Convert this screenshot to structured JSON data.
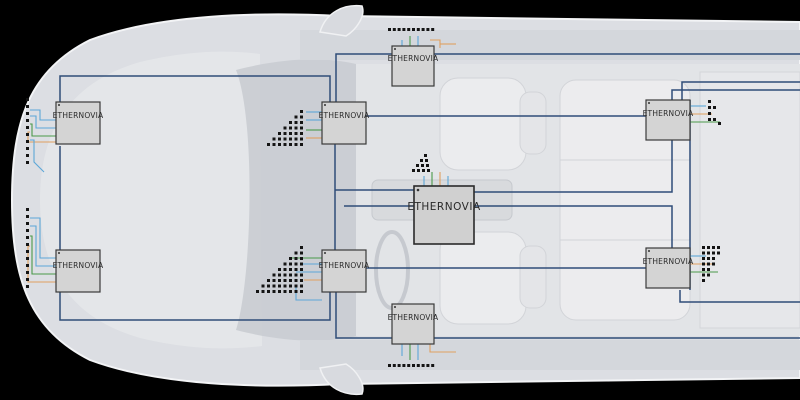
{
  "brand": "ETHERNOVIA",
  "colors": {
    "background": "#000000",
    "car_body": "#dcdee3",
    "car_outline": "#f3f4f6",
    "cabin_glass": "#c9ccd2",
    "seat": "#e9eaec",
    "network_line": "#2f4d78",
    "chip_fill": "#d4d4d4",
    "chip_edge": "#3a3a3a",
    "central_fill": "#d0d0d0",
    "connector_dot": "#141414",
    "wire_blue": "#5da7d8",
    "wire_green": "#4a9a4a",
    "wire_orange": "#e0a060"
  },
  "modules": [
    {
      "id": "front-left-zone",
      "label": "ETHERNOVIA"
    },
    {
      "id": "front-right-zone",
      "label": "ETHERNOVIA"
    },
    {
      "id": "mid-top-zone",
      "label": "ETHERNOVIA"
    },
    {
      "id": "mid-bottom-zone",
      "label": "ETHERNOVIA"
    },
    {
      "id": "top-mirror-zone",
      "label": "ETHERNOVIA"
    },
    {
      "id": "bottom-mirror-zone",
      "label": "ETHERNOVIA"
    },
    {
      "id": "central-switch",
      "label": "ETHERNOVIA"
    },
    {
      "id": "rear-top-zone",
      "label": "ETHERNOVIA"
    },
    {
      "id": "rear-bottom-zone",
      "label": "ETHERNOVIA"
    }
  ]
}
